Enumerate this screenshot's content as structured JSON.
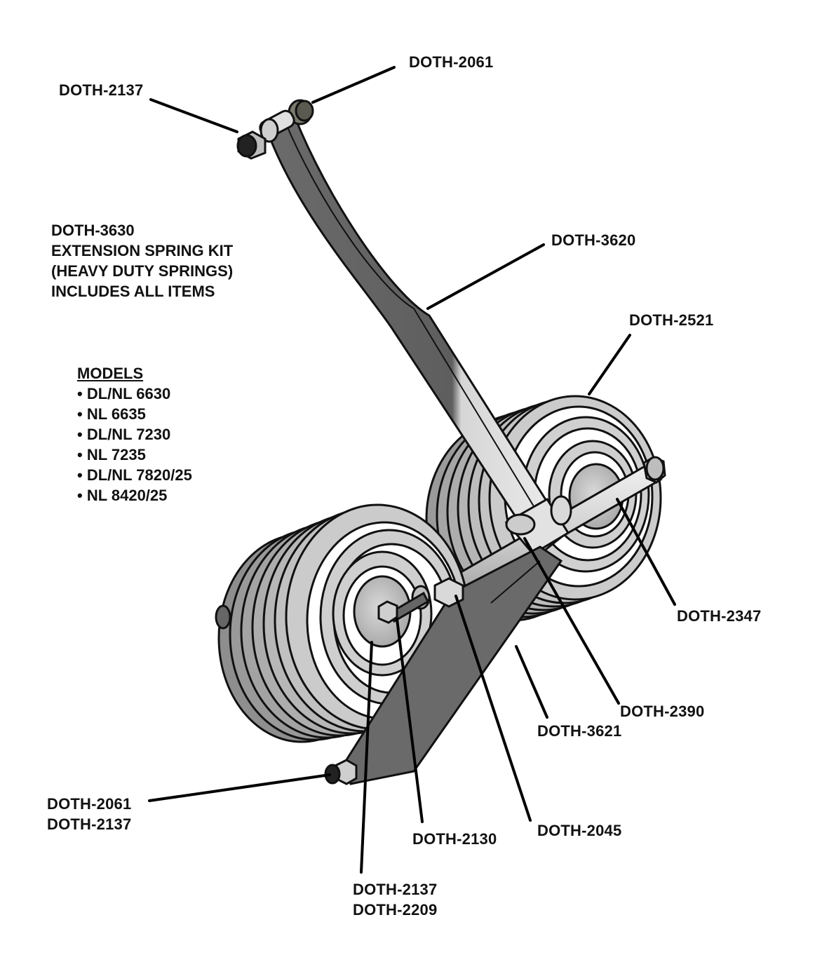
{
  "kit": {
    "part_number": "DOTH-3630",
    "lines": [
      "EXTENSION SPRING KIT",
      "(HEAVY DUTY SPRINGS)",
      "INCLUDES ALL ITEMS"
    ]
  },
  "models": {
    "heading": "MODELS",
    "items": [
      "DL/NL 6630",
      "NL 6635",
      "DL/NL 7230",
      "NL 7235",
      "DL/NL 7820/25",
      "NL 8420/25"
    ]
  },
  "callouts": [
    {
      "id": "top-left-nut",
      "lines": [
        "DOTH-2137"
      ]
    },
    {
      "id": "top-washer",
      "lines": [
        "DOTH-2061"
      ]
    },
    {
      "id": "upper-arm",
      "lines": [
        "DOTH-3620"
      ]
    },
    {
      "id": "spring",
      "lines": [
        "DOTH-2521"
      ]
    },
    {
      "id": "axle-bolt",
      "lines": [
        "DOTH-2347"
      ]
    },
    {
      "id": "collar",
      "lines": [
        "DOTH-2390"
      ]
    },
    {
      "id": "lower-arm",
      "lines": [
        "DOTH-3621"
      ]
    },
    {
      "id": "bottom-nut-washer",
      "lines": [
        "DOTH-2061",
        "DOTH-2137"
      ]
    },
    {
      "id": "washer",
      "lines": [
        "DOTH-2130"
      ]
    },
    {
      "id": "spacer",
      "lines": [
        "DOTH-2045"
      ]
    },
    {
      "id": "center-nut-bolt",
      "lines": [
        "DOTH-2137",
        "DOTH-2209"
      ]
    }
  ]
}
